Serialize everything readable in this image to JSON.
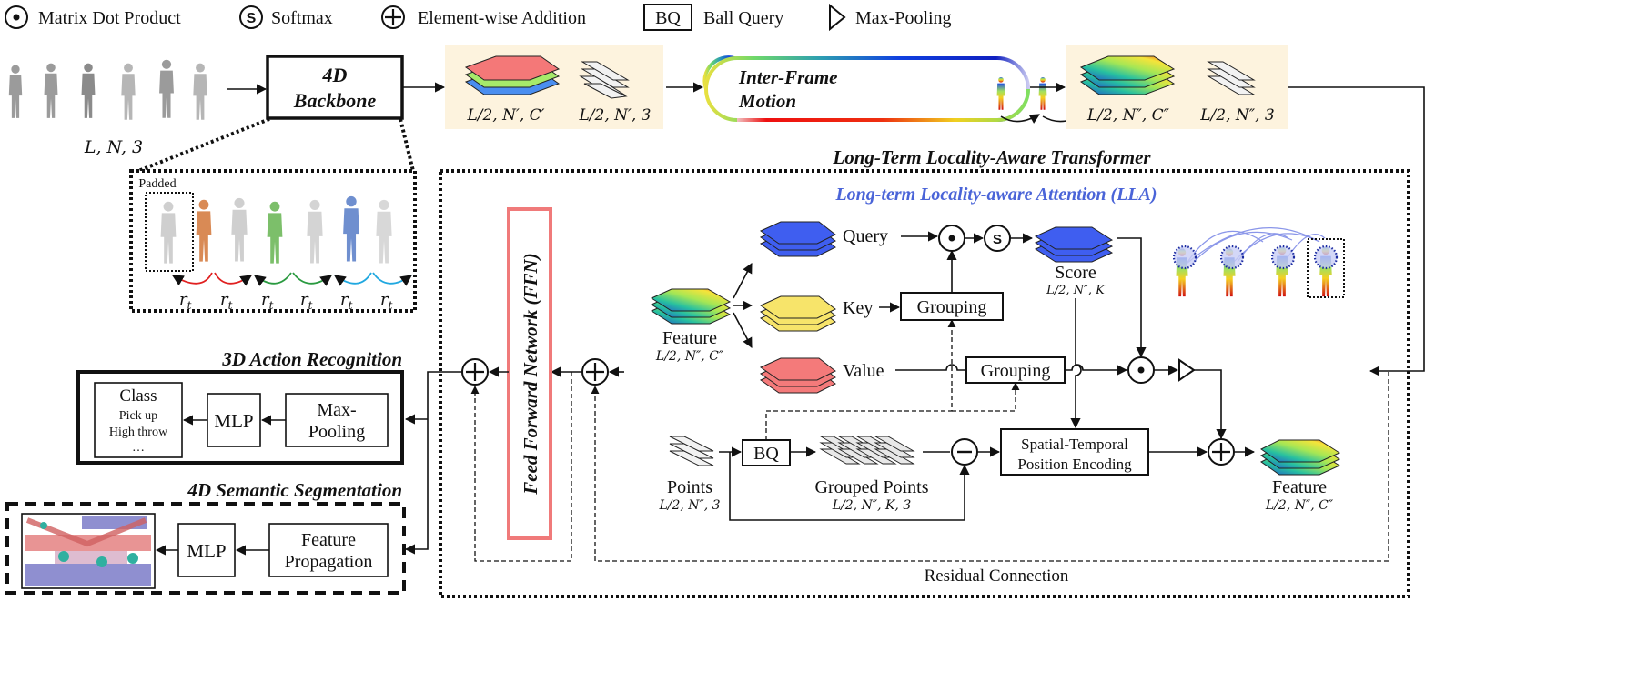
{
  "legend": [
    {
      "icon": "dot-product-icon",
      "label": "Matrix Dot Product"
    },
    {
      "icon": "softmax-icon",
      "glyph": "S",
      "label": "Softmax"
    },
    {
      "icon": "addition-icon",
      "label": "Element-wise Addition"
    },
    {
      "icon": "ball-query-icon",
      "glyph": "BQ",
      "label": "Ball Query"
    },
    {
      "icon": "max-pooling-icon",
      "label": "Max-Pooling"
    }
  ],
  "input": {
    "shape": "L, N, 3"
  },
  "backbone": {
    "line1": "4D",
    "line2": "Backbone",
    "padded_label": "Padded",
    "stride_label": "r",
    "stride_sub": "t",
    "stride_count": 6
  },
  "backbone_out": {
    "feature_shape": "L/2, N′, C′",
    "points_shape": "L/2, N′, 3"
  },
  "motion": {
    "line1": "Inter-Frame",
    "line2": "Motion"
  },
  "motion_out": {
    "feature_shape": "L/2, N″, C″",
    "points_shape": "L/2, N″, 3"
  },
  "transformer": {
    "title": "Long-Term Locality-Aware Transformer",
    "residual_label": "Residual Connection"
  },
  "ffn": {
    "label": "Feed Forward Network (FFN)"
  },
  "lla": {
    "title": "Long-term Locality-aware Attention (LLA)",
    "feature_in": {
      "label": "Feature",
      "shape": "L/2, N″, C″"
    },
    "query_label": "Query",
    "key_label": "Key",
    "value_label": "Value",
    "grouping_label": "Grouping",
    "score": {
      "label": "Score",
      "shape": "L/2, N″, K"
    },
    "points": {
      "label": "Points",
      "shape": "L/2, N″, 3"
    },
    "bq_label": "BQ",
    "grouped_points": {
      "label": "Grouped Points",
      "shape": "L/2, N″, K, 3"
    },
    "pos_enc": {
      "line1": "Spatial-Temporal",
      "line2": "Position Encoding"
    },
    "feature_out": {
      "label": "Feature",
      "shape": "L/2, N″, C″"
    }
  },
  "action_recognition": {
    "title": "3D Action Recognition",
    "class_box": {
      "title": "Class",
      "items": [
        "Pick up",
        "High throw",
        "…"
      ]
    },
    "mlp_label": "MLP",
    "pool": {
      "line1": "Max-",
      "line2": "Pooling"
    }
  },
  "segmentation": {
    "title": "4D Semantic Segmentation",
    "mlp_label": "MLP",
    "prop": {
      "line1": "Feature",
      "line2": "Propagation"
    }
  },
  "colors": {
    "lla_blue": "#4a64d8",
    "ffn_red": "#f07a7a",
    "query_blue": "#3f5ef0",
    "key_yellow": "#f7e46a",
    "value_red": "#f47a7a",
    "feature_green": "#9fe35c",
    "panel_bg": "#fdf3de"
  }
}
